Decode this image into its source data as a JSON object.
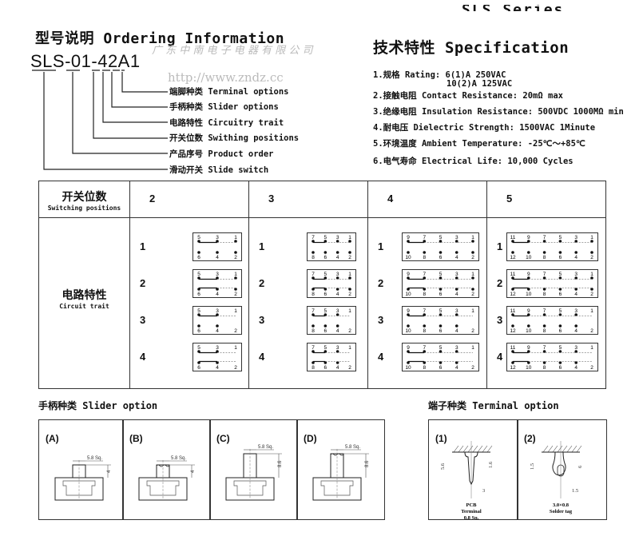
{
  "ordering": {
    "title": "型号说明 Ordering Information",
    "model": "SLS-01-42A1",
    "items": [
      "端脚种类 Terminal options",
      "手柄种类 Slider options",
      "电路特性 Circuitry trait",
      "开关位数 Swithing positions",
      "产品序号 Product order",
      "滑动开关 Slide switch"
    ]
  },
  "watermark": {
    "company": "广 东 中 南 电 子 电 器 有 限 公 司",
    "url": "http://www.zndz.cc"
  },
  "series_title": "SLS Series",
  "spec": {
    "title": "技术特性 Specification",
    "items": [
      "1.规格 Rating: 6(1)A 250VAC",
      "10(2)A 125VAC",
      "2.接触电阻 Contact Resistance: 20mΩ max",
      "3.绝缘电阻 Insulation Resistance: 500VDC 1000MΩ min",
      "4.耐电压 Dielectric Strength: 1500VAC 1Minute",
      "5.环境温度 Ambient Temperature: -25℃～+85℃",
      "6.电气寿命 Electrical Life: 10,000 Cycles"
    ]
  },
  "switch_table": {
    "header_cn": "开关位数",
    "header_en": "Switching positions",
    "row_cn": "电路特性",
    "row_en": "Circuit trait",
    "columns": [
      {
        "label": "2",
        "top": [
          "5",
          "3",
          "1"
        ],
        "bottom": [
          "6",
          "4",
          "2"
        ]
      },
      {
        "label": "3",
        "top": [
          "7",
          "5",
          "3",
          "1"
        ],
        "bottom": [
          "8",
          "6",
          "4",
          "2"
        ]
      },
      {
        "label": "4",
        "top": [
          "9",
          "7",
          "5",
          "3",
          "1"
        ],
        "bottom": [
          "10",
          "8",
          "6",
          "4",
          "2"
        ]
      },
      {
        "label": "5",
        "top": [
          "11",
          "9",
          "7",
          "5",
          "3",
          "1"
        ],
        "bottom": [
          "12",
          "10",
          "8",
          "6",
          "4",
          "2"
        ]
      }
    ],
    "positions": [
      "1",
      "2",
      "3",
      "4"
    ]
  },
  "slider": {
    "title": "手柄种类 Slider option",
    "options": [
      {
        "label": "(A)",
        "width": "5.8 Sq.",
        "height": "4"
      },
      {
        "label": "(B)",
        "width": "5.8 Sq.",
        "height": "4"
      },
      {
        "label": "(C)",
        "width": "5.8 Sq.",
        "height": "8.6"
      },
      {
        "label": "(D)",
        "width": "5.8 Sq.",
        "height": "8.6"
      }
    ]
  },
  "terminal": {
    "title": "端子种类 Terminal option",
    "options": [
      {
        "label": "(1)",
        "dims": [
          "1.6",
          "5.6",
          "3"
        ],
        "caption": [
          "PCB",
          "Terminal",
          "0.8 Sq."
        ]
      },
      {
        "label": "(2)",
        "dims": [
          "6",
          "1.5",
          "1.5"
        ],
        "caption": [
          "3.0×0.8",
          "Solder tag"
        ]
      }
    ]
  }
}
